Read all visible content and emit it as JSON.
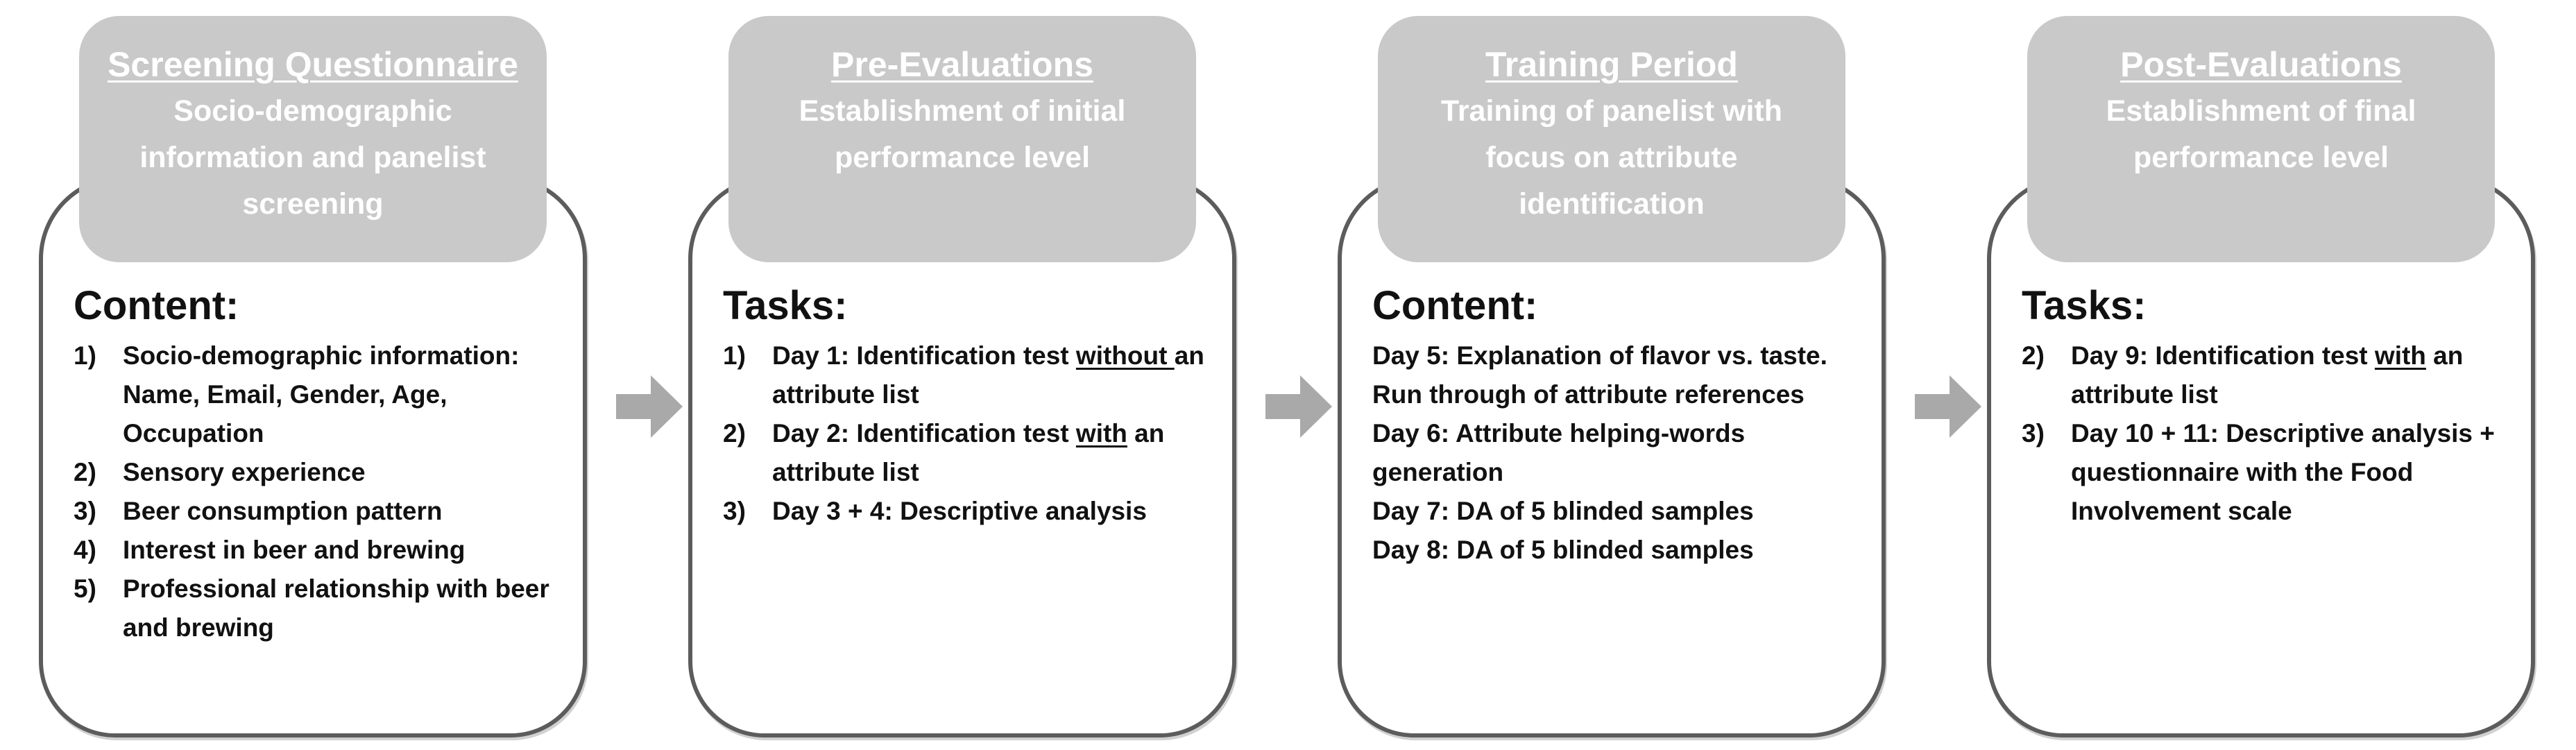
{
  "stages": [
    {
      "title": "Screening Questionnaire",
      "subtitle": "Socio-demographic information and panelist screening",
      "heading": "Content:",
      "items": [
        {
          "marker": "1)",
          "parts": [
            {
              "text": "Socio-demographic information: Name, Email, Gender, Age, Occupation"
            }
          ]
        },
        {
          "marker": "2)",
          "parts": [
            {
              "text": "Sensory experience"
            }
          ]
        },
        {
          "marker": "3)",
          "parts": [
            {
              "text": "Beer consumption pattern"
            }
          ]
        },
        {
          "marker": "4)",
          "parts": [
            {
              "text": "Interest in beer and brewing"
            }
          ]
        },
        {
          "marker": "5)",
          "parts": [
            {
              "text": "Professional relationship with beer and brewing"
            }
          ]
        }
      ]
    },
    {
      "title": "Pre-Evaluations",
      "subtitle": "Establishment of initial performance level",
      "heading": "Tasks:",
      "items": [
        {
          "marker": "1)",
          "parts": [
            {
              "text": "Day 1: Identification test "
            },
            {
              "text": "without ",
              "underline": true
            },
            {
              "text": "an attribute list"
            }
          ]
        },
        {
          "marker": "2)",
          "parts": [
            {
              "text": "Day 2: Identification test "
            },
            {
              "text": "with",
              "underline": true
            },
            {
              "text": " an attribute list"
            }
          ]
        },
        {
          "marker": "3)",
          "parts": [
            {
              "text": "Day 3 + 4: Descriptive analysis"
            }
          ]
        }
      ]
    },
    {
      "title": "Training Period",
      "subtitle": "Training of panelist with focus on attribute identification",
      "heading": "Content:",
      "plain": true,
      "items": [
        {
          "parts": [
            {
              "text": "Day 5: Explanation of flavor vs. taste. Run through of attribute references"
            }
          ]
        },
        {
          "parts": [
            {
              "text": "Day 6: Attribute helping-words generation"
            }
          ]
        },
        {
          "parts": [
            {
              "text": "Day 7: DA of 5 blinded samples"
            }
          ]
        },
        {
          "parts": [
            {
              "text": "Day 8: DA of 5 blinded samples"
            }
          ]
        }
      ]
    },
    {
      "title": "Post-Evaluations",
      "subtitle": "Establishment of final performance level",
      "heading": "Tasks:",
      "items": [
        {
          "marker": "2)",
          "parts": [
            {
              "text": "Day 9: Identification test "
            },
            {
              "text": "with",
              "underline": true
            },
            {
              "text": " an attribute list"
            }
          ]
        },
        {
          "marker": "3)",
          "parts": [
            {
              "text": "Day 10 + 11: Descriptive analysis + questionnaire with the Food Involvement scale"
            }
          ]
        }
      ]
    }
  ],
  "colors": {
    "header_fill": "#c9c9c9",
    "header_text": "#ffffff",
    "card_border": "#5c5c5c",
    "arrow_fill": "#a9a9a9",
    "body_text": "#111111"
  }
}
